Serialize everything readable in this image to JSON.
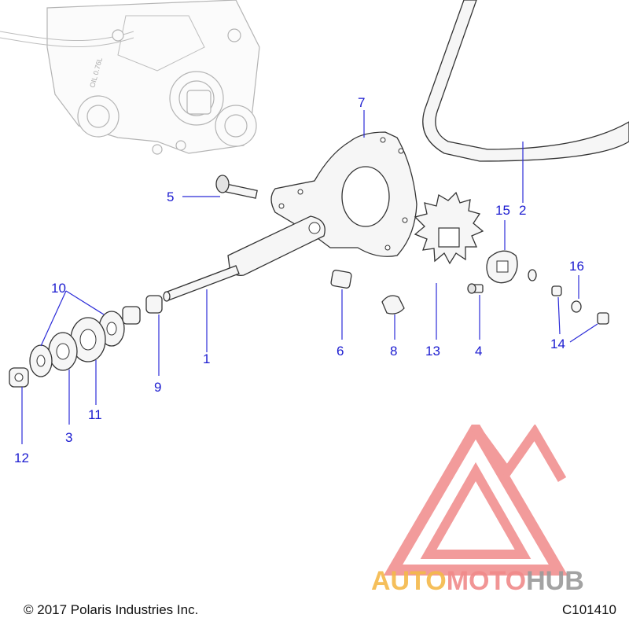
{
  "diagram": {
    "callouts": [
      "1",
      "2",
      "3",
      "4",
      "5",
      "6",
      "7",
      "8",
      "9",
      "10",
      "11",
      "12",
      "13",
      "14",
      "15",
      "16"
    ]
  },
  "footer": {
    "copyright": "© 2017 Polaris Industries Inc.",
    "diagram_id": "C101410"
  },
  "watermark": {
    "brand_part1": "AUTO",
    "brand_part2": "MOTO",
    "brand_part3": "HUB",
    "colors": {
      "triangle": "#f08a8a",
      "auto": "#f4b94a",
      "moto": "#f08a8a",
      "hub": "#9a9a9a"
    }
  },
  "engine_markings": {
    "oil_label": "OIL 0.76L"
  }
}
